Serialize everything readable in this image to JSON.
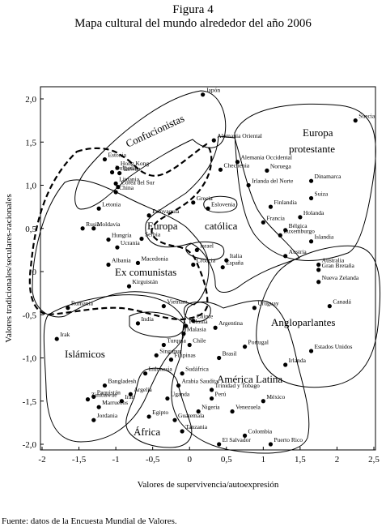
{
  "figure": {
    "number": "Figura 4",
    "title": "Mapa cultural del mundo alrededor del año 2006",
    "source": "Fuente: datos de la Encuesta Mundial de Valores."
  },
  "chart_data": {
    "type": "scatter",
    "xlabel": "Valores de supervivencia/autoexpresión",
    "ylabel": "Valores tradicionales/seculares-racionales",
    "xlim": [
      -2,
      2.5
    ],
    "ylim": [
      -2,
      2
    ],
    "xticks": [
      "-2",
      "-1,5",
      "-1",
      "-0,5",
      "0",
      "0,5",
      "1",
      "1,5",
      "2",
      "2,5"
    ],
    "yticks": [
      "2,0",
      "1,5",
      "1,0",
      "0,5",
      "0",
      "-0,5",
      "-1,0",
      "-1,5",
      "-2,0"
    ],
    "grid": false,
    "points": [
      {
        "label": "Suecia",
        "x": 2.25,
        "y": 1.75
      },
      {
        "label": "Japón",
        "x": 0.18,
        "y": 2.05
      },
      {
        "label": "Alemania Oriental",
        "x": 0.33,
        "y": 1.52
      },
      {
        "label": "Alemania Occidental",
        "x": 0.65,
        "y": 1.27
      },
      {
        "label": "Noruega",
        "x": 1.05,
        "y": 1.17
      },
      {
        "label": "Dinamarca",
        "x": 1.65,
        "y": 1.05
      },
      {
        "label": "Chechenia",
        "x": 0.42,
        "y": 1.18
      },
      {
        "label": "Irlanda del Norte",
        "x": 0.8,
        "y": 1.0
      },
      {
        "label": "Suiza",
        "x": 1.65,
        "y": 0.85
      },
      {
        "label": "Estonia",
        "x": -1.15,
        "y": 1.3
      },
      {
        "label": "Hong Kong",
        "x": -0.98,
        "y": 1.2
      },
      {
        "label": "Bulgaria",
        "x": -1.05,
        "y": 1.15
      },
      {
        "label": "Taiwán",
        "x": -0.95,
        "y": 1.14
      },
      {
        "label": "Lituania",
        "x": -1.0,
        "y": 1.02
      },
      {
        "label": "Corea del Sur",
        "x": -0.97,
        "y": 0.98
      },
      {
        "label": "China",
        "x": -1.0,
        "y": 0.92
      },
      {
        "label": "Letonia",
        "x": -1.23,
        "y": 0.73
      },
      {
        "label": "Grecia",
        "x": 0.05,
        "y": 0.8
      },
      {
        "label": "Eslovenia",
        "x": 0.25,
        "y": 0.73
      },
      {
        "label": "Finlandia",
        "x": 1.1,
        "y": 0.75
      },
      {
        "label": "Holanda",
        "x": 1.5,
        "y": 0.63
      },
      {
        "label": "Francia",
        "x": 1.0,
        "y": 0.57
      },
      {
        "label": "Bélgica",
        "x": 1.3,
        "y": 0.48
      },
      {
        "label": "Luxemburgo",
        "x": 1.23,
        "y": 0.42
      },
      {
        "label": "Islandia",
        "x": 1.65,
        "y": 0.35
      },
      {
        "label": "Moldavia",
        "x": -1.3,
        "y": 0.5
      },
      {
        "label": "Rusia",
        "x": -1.45,
        "y": 0.5
      },
      {
        "label": "Eslovaquia",
        "x": -0.55,
        "y": 0.65
      },
      {
        "label": "Hungría",
        "x": -1.1,
        "y": 0.37
      },
      {
        "label": "Ucrania",
        "x": -0.98,
        "y": 0.28
      },
      {
        "label": "Serbia",
        "x": -0.65,
        "y": 0.38
      },
      {
        "label": "Israel",
        "x": 0.1,
        "y": 0.25
      },
      {
        "label": "Austria",
        "x": 1.3,
        "y": 0.18
      },
      {
        "label": "Australia",
        "x": 1.75,
        "y": 0.08
      },
      {
        "label": "Albania",
        "x": -1.1,
        "y": 0.08
      },
      {
        "label": "Macedonia",
        "x": -0.7,
        "y": 0.1
      },
      {
        "label": "Italia",
        "x": 0.5,
        "y": 0.13
      },
      {
        "label": "Croacia",
        "x": 0.05,
        "y": 0.08
      },
      {
        "label": "España",
        "x": 0.45,
        "y": 0.05
      },
      {
        "label": "Gran Bretaña",
        "x": 1.75,
        "y": 0.02
      },
      {
        "label": "Nueva Zelanda",
        "x": 1.75,
        "y": -0.12
      },
      {
        "label": "Kirguistán",
        "x": -0.82,
        "y": -0.17
      },
      {
        "label": "Rumania",
        "x": -1.65,
        "y": -0.42
      },
      {
        "label": "Canadá",
        "x": 1.9,
        "y": -0.4
      },
      {
        "label": "Vietnam",
        "x": -0.35,
        "y": -0.4
      },
      {
        "label": "Uruguay",
        "x": 0.88,
        "y": -0.42
      },
      {
        "label": "Chipre",
        "x": 0.05,
        "y": -0.57
      },
      {
        "label": "India",
        "x": -0.7,
        "y": -0.6
      },
      {
        "label": "Polonia",
        "x": -0.05,
        "y": -0.63
      },
      {
        "label": "Argentina",
        "x": 0.35,
        "y": -0.65
      },
      {
        "label": "Malasia",
        "x": -0.08,
        "y": -0.72
      },
      {
        "label": "Irak",
        "x": -1.8,
        "y": -0.78
      },
      {
        "label": "Turquía",
        "x": -0.35,
        "y": -0.85
      },
      {
        "label": "Chile",
        "x": 0.0,
        "y": -0.85
      },
      {
        "label": "Portugal",
        "x": 0.75,
        "y": -0.87
      },
      {
        "label": "Estados Unidos",
        "x": 1.65,
        "y": -0.92
      },
      {
        "label": "Singapur",
        "x": -0.45,
        "y": -0.97
      },
      {
        "label": "Filipinas",
        "x": -0.25,
        "y": -1.02
      },
      {
        "label": "Brasil",
        "x": 0.4,
        "y": -1.0
      },
      {
        "label": "Indonesia",
        "x": -0.6,
        "y": -1.18
      },
      {
        "label": "Sudáfrica",
        "x": -0.1,
        "y": -1.18
      },
      {
        "label": "Irlanda",
        "x": 1.3,
        "y": -1.08
      },
      {
        "label": "Bangladesh",
        "x": -1.15,
        "y": -1.32
      },
      {
        "label": "Arabia Saudita",
        "x": -0.15,
        "y": -1.32
      },
      {
        "label": "Trinidad y Tobago",
        "x": 0.3,
        "y": -1.37
      },
      {
        "label": "Argelia",
        "x": -0.8,
        "y": -1.42
      },
      {
        "label": "Paquistán",
        "x": -1.3,
        "y": -1.45
      },
      {
        "label": "Zimbawue",
        "x": -1.38,
        "y": -1.48
      },
      {
        "label": "Irán",
        "x": -0.92,
        "y": -1.5
      },
      {
        "label": "Uganda",
        "x": -0.3,
        "y": -1.47
      },
      {
        "label": "Perú",
        "x": 0.3,
        "y": -1.47
      },
      {
        "label": "Marruecos",
        "x": -1.23,
        "y": -1.57
      },
      {
        "label": "México",
        "x": 1.0,
        "y": -1.5
      },
      {
        "label": "Nigeria",
        "x": 0.12,
        "y": -1.62
      },
      {
        "label": "Venezuela",
        "x": 0.58,
        "y": -1.62
      },
      {
        "label": "Egipto",
        "x": -0.55,
        "y": -1.68
      },
      {
        "label": "Jordania",
        "x": -1.3,
        "y": -1.72
      },
      {
        "label": "Guatemala",
        "x": -0.2,
        "y": -1.72
      },
      {
        "label": "Colombia",
        "x": 0.75,
        "y": -1.9
      },
      {
        "label": "Tanzania",
        "x": -0.1,
        "y": -1.85
      },
      {
        "label": "El Salvador",
        "x": 0.4,
        "y": -2.0
      },
      {
        "label": "Puerto Rico",
        "x": 1.1,
        "y": -2.0
      }
    ],
    "regions": [
      {
        "label": "Confucionistas"
      },
      {
        "label": "Europa protestante"
      },
      {
        "label": "Europa católica"
      },
      {
        "label": "Ex comunistas"
      },
      {
        "label": "Angloparlantes"
      },
      {
        "label": "Islámicos"
      },
      {
        "label": "América Latina"
      },
      {
        "label": "África"
      }
    ]
  }
}
